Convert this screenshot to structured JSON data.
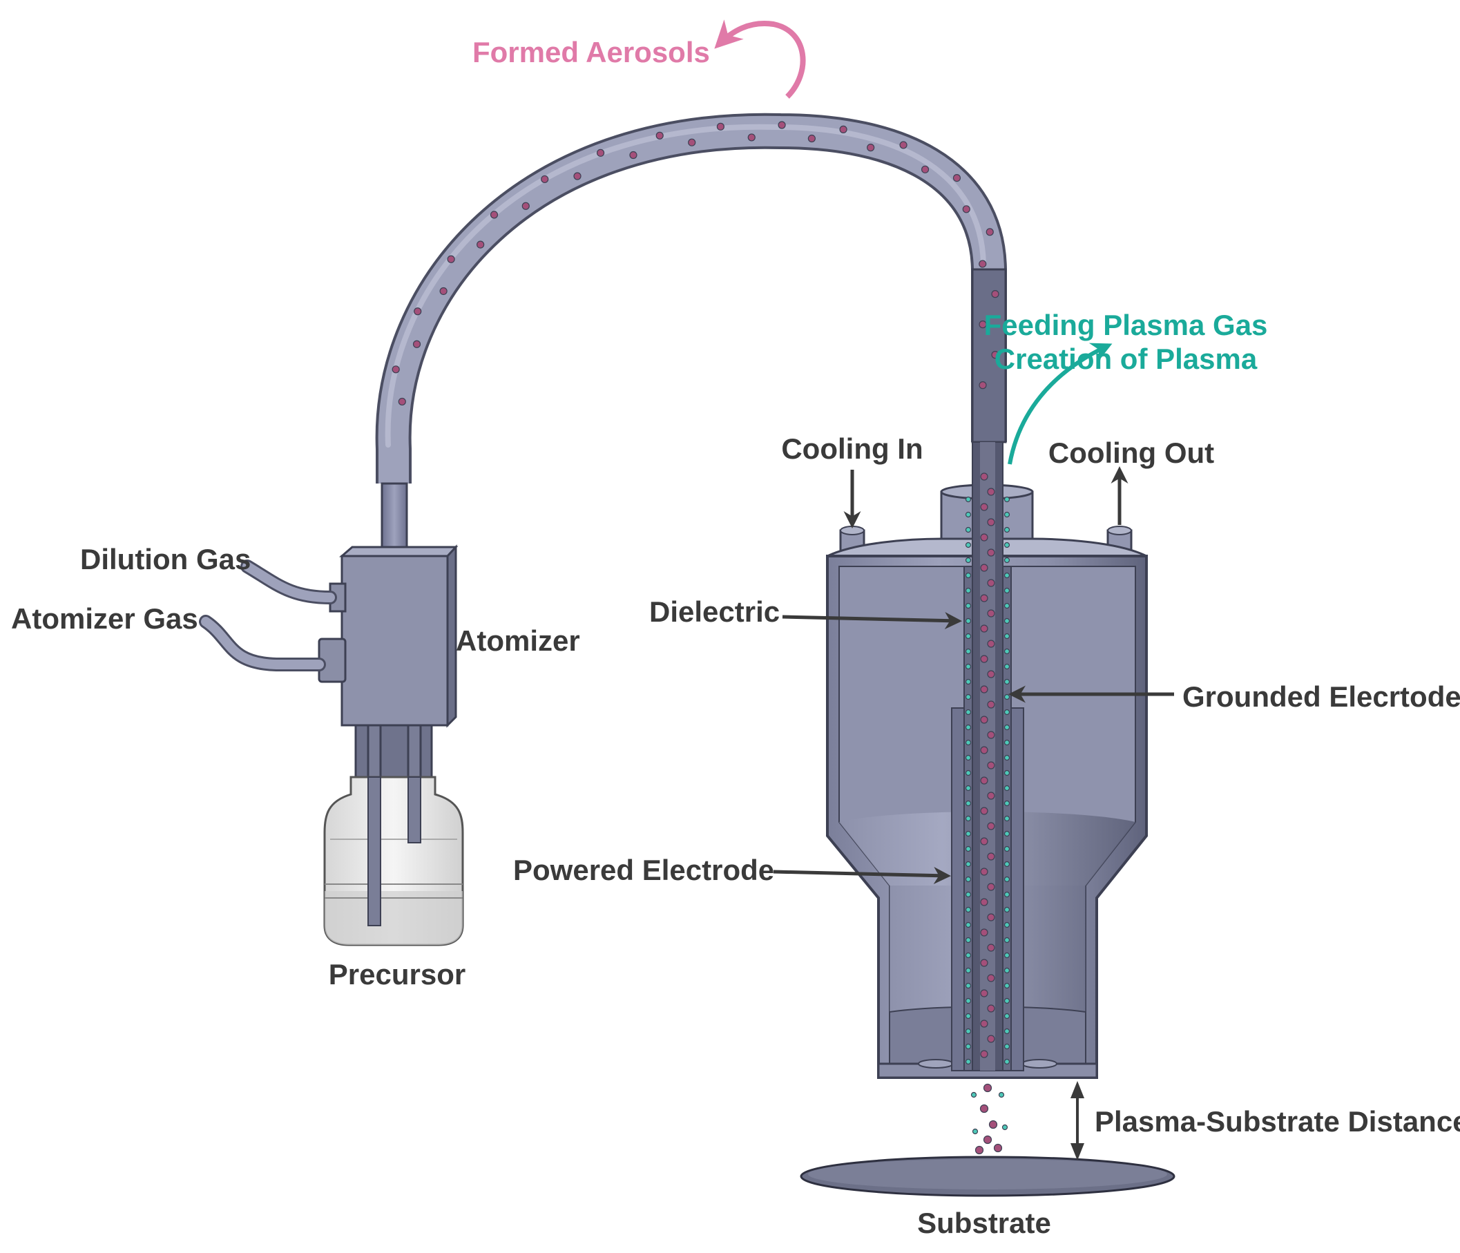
{
  "labels": {
    "formed_aerosols": "Formed Aerosols",
    "feeding_plasma_gas": "Feeding Plasma Gas",
    "creation_of_plasma": "Creation of Plasma",
    "cooling_in": "Cooling In",
    "cooling_out": "Cooling Out",
    "dilution_gas": "Dilution Gas",
    "atomizer_gas": "Atomizer Gas",
    "atomizer": "Atomizer",
    "dielectric": "Dielectric",
    "grounded_electrode": "Grounded Elecrtode",
    "powered_electrode": "Powered Electrode",
    "precursor": "Precursor",
    "plasma_substrate_distance": "Plasma-Substrate Distance",
    "substrate": "Substrate"
  },
  "colors": {
    "aerosol_accent": "#e07aa8",
    "plasma_accent": "#1aaa9a",
    "label_text": "#3a3a3a",
    "device_body": "#8a8ea8",
    "aerosol_particle": "#a4507a",
    "plasma_particle": "#4ec9b8"
  }
}
